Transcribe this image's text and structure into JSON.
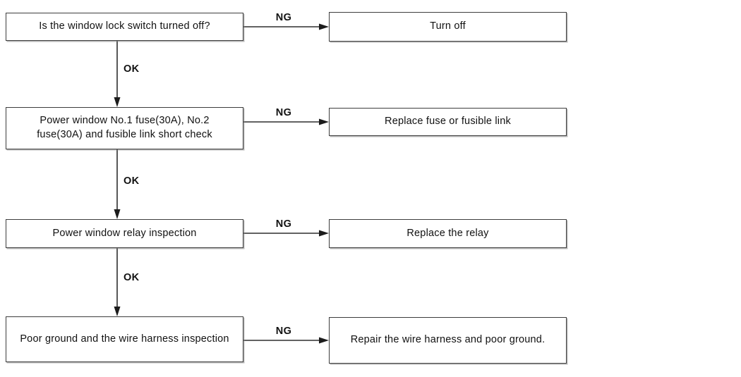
{
  "flowchart": {
    "ng_label": "NG",
    "ok_label": "OK",
    "steps": [
      {
        "check": "Is the window lock switch turned off?",
        "action": "Turn off"
      },
      {
        "check": "Power window No.1 fuse(30A), No.2 fuse(30A) and fusible link short check",
        "action": "Replace fuse or fusible link"
      },
      {
        "check": "Power window relay inspection",
        "action": "Replace the relay"
      },
      {
        "check": "Poor ground and the wire harness inspection",
        "action": "Repair the wire harness and poor ground."
      }
    ],
    "colors": {
      "background": "#ffffff",
      "box_border": "#3d3d3d",
      "text": "#111111",
      "connector": "#2e2e2e"
    }
  }
}
